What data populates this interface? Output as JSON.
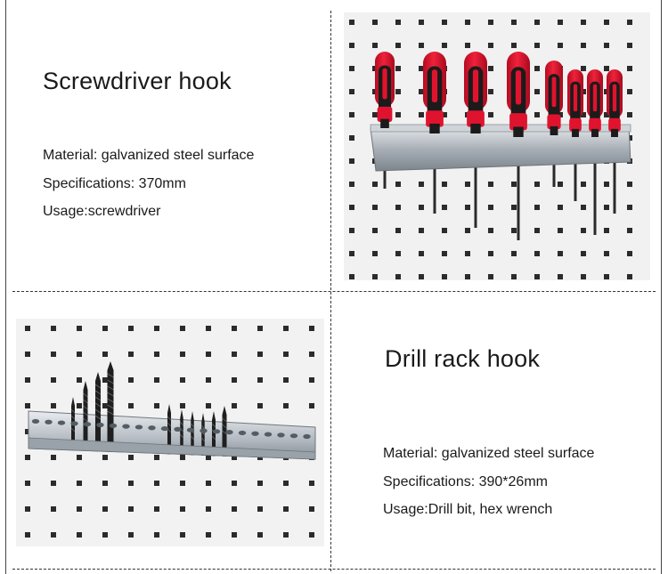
{
  "sections": [
    {
      "title": "Screwdriver hook",
      "specs": [
        "Material: galvanized steel surface",
        "Specifications: 370mm",
        "Usage:screwdriver"
      ],
      "photo_icon": "screwdriver-rack-photo"
    },
    {
      "title": "Drill rack hook",
      "specs": [
        "Material: galvanized steel surface",
        "Specifications: 390*26mm",
        "Usage:Drill bit, hex wrench"
      ],
      "photo_icon": "drill-rack-photo"
    }
  ],
  "colors": {
    "handle_red": "#e0132e",
    "handle_black": "#1b1b1b",
    "pegboard": "#f1f1f1",
    "hole": "#2b2b2b",
    "steel": "#b9bfc5"
  }
}
